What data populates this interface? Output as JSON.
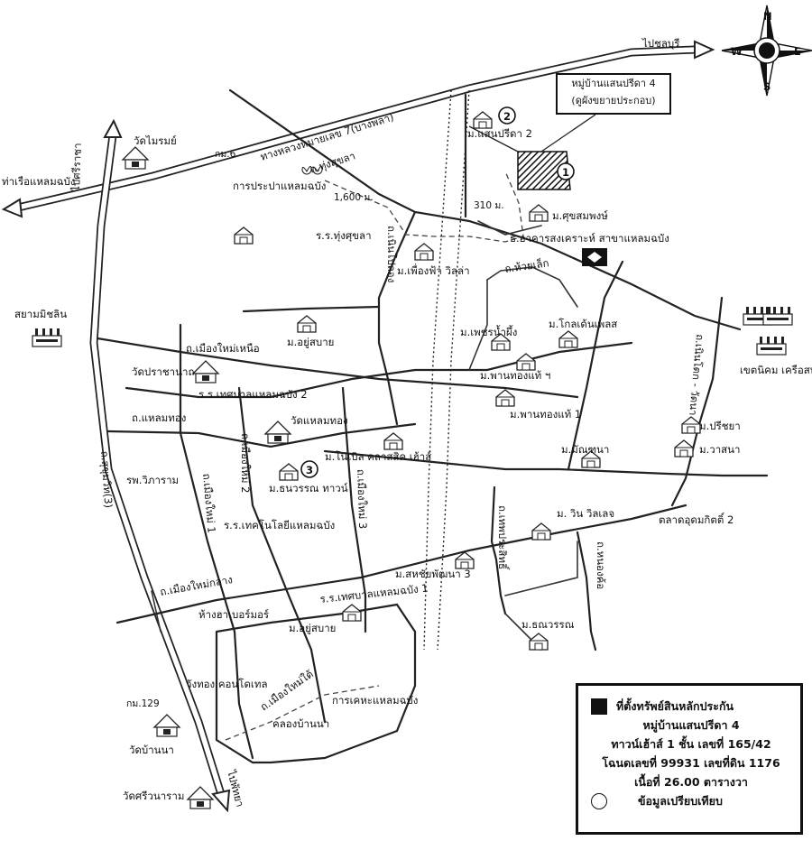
{
  "labels": {
    "to_chonburi": "ไปชลบุรี",
    "to_laem_chabang_port": "ท่าเรือแหลมฉบัง",
    "to_pattaya": "ไปพัทยา",
    "to_sriracha": "ไปศรีราชา",
    "hwy7": "ทางหลวงหมายเลข 7(บางพลา)",
    "hwy_sukhumvit": "ถ.สุขุมวิท(3)",
    "km6": "กม.6",
    "km129": "กม.129",
    "wat_mairom": "วัดไมรมย์",
    "waterworks": "การประปาแหลมฉบัง",
    "dist_1600": "1,600 ม.",
    "dist_310": "310 ม.",
    "thung_sukhla_rd": "ถ.ทุ่งสุขลา",
    "school_thungsukhla": "ร.ร.ทุ่งศุขลา",
    "saen_pricha_2": "ม.แสนปรีดา 2",
    "suksomphong": "ม.ศุขสมพงษ์",
    "gh_bank": "ธ.อาคารสงเคราะห์ สาขาแหลมฉบัง",
    "huai_lek_rd": "ถ.ห้วยเล็ก",
    "phuengfa_villa": "ม.เพื่องฟ้า วิลล่า",
    "noen_phlapwan_rd": "ถ.เนินโปลอง",
    "siam_michelin": "สยามมิชลิน",
    "mueang_mai_nuea_rd": "ถ.เมืองใหม่เหนือ",
    "ou_sabai_1": "ม.อยู่สบาย",
    "phetsamphan": "ม.เพชรน้ำผึ้ง",
    "golden_place": "ม.โกลเด้นเพลส",
    "phanthongthae": "ม.พานทองแท้ ฯ",
    "phanthongthae_1": "ม.พานทองแท้ 1",
    "wat_prachanat": "วัดปราชานาถ",
    "school_thesaban_2": "ร.ร.เทศบาลแหลมฉบัง 2",
    "laem_thong_rd": "ถ.แหลมทอง",
    "wat_laem_thong": "วัดแหลมทอง",
    "noble_classic": "ม.โนเบิล คลาสสิค เฮ้าส์",
    "manthana": "ม.มัณฑนา",
    "pricha": "ม.ปรีชยา",
    "wasana": "ม.วาสนา",
    "industrial_estate": "เขตนิคม เครือสหพัฒน์ ฯ",
    "mueang_mai_2_rd": "ถ.เมืองใหม่ 2",
    "mueang_mai_1_rd": "ถ.เมืองใหม่ 1",
    "mueang_mai_3_rd": "ถ.เมืองใหม่ 3",
    "thanawan_town": "ม.ธนวรรณ ทาวน์",
    "vibharam_hospital": "รพ.วิภาราม",
    "tech_school": "ร.ร.เทคโนโลยีแหลมฉบัง",
    "noen_tok_rd": "ถ.เนินโตก - วัดนา",
    "udomkit_market": "ตลาดอุดมกิตติ์ 2",
    "win_village": "ม. วิน วิลเลจ",
    "mueang_mai_klang_rd": "ถ.เมืองใหม่กลาง",
    "sahachaiphatthana_3": "ม.สหชัยพัฒนา 3",
    "school_thesaban_1": "ร.ร.เทศบาลแหลมฉบัง 1",
    "harbor_mall": "ห้างฮาเบอร์มอร์",
    "ou_sabai_2": "ม.อยู่สบาย",
    "thanawan": "ม.ธณวรรณ",
    "wang_thong_condo": "วังทอง คอนโดเทล",
    "port_authority": "การเคหะแหลมฉบัง",
    "khlong_ban_na": "คลองบ้านนา",
    "mueang_mai_tai_rd": "ถ.เมืองใหม่ใต้",
    "wat_ban_na": "วัดบ้านนา",
    "wat_sriwanaram": "วัดศรีวนาราม",
    "ban_bueng_rd": "ถ.เทพประสิทธิ์",
    "nong_kho_rd": "ถ.หนองค้อ"
  },
  "markers": {
    "m1": "1",
    "m2": "2",
    "m3": "3"
  },
  "callout": {
    "line1": "หมู่บ้านแสนปรีดา 4",
    "line2": "(ดูผังขยายประกอบ)"
  },
  "compass": {
    "n": "N",
    "s": "S",
    "e": "E",
    "w": "W"
  },
  "legend": {
    "title": "ที่ตั้งทรัพย์สินหลักประกัน",
    "line2": "หมู่บ้านแสนปรีดา 4",
    "line3": "ทาวน์เฮ้าส์ 1 ชั้น  เลขที่ 165/42",
    "line4": "โฉนดเลขที่ 99931 เลขที่ดิน 1176",
    "line5": "เนื้อที่ 26.00 ตารางวา",
    "line6": "ข้อมูลเปรียบเทียบ"
  }
}
